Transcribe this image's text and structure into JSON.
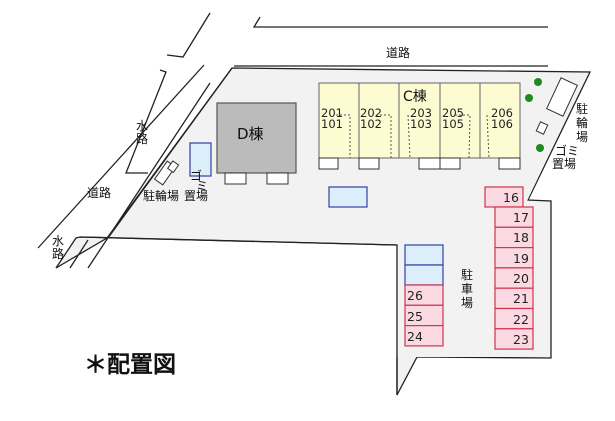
{
  "title": "＊配置図",
  "labels": {
    "road_top": "道路",
    "road_left": "道路",
    "water_top": [
      "水",
      "路"
    ],
    "water_bottom": [
      "水",
      "路"
    ],
    "bike_left": "駐輪場",
    "garbage_left": [
      "ゴ",
      "ミ",
      "置場"
    ],
    "bike_right": [
      "駐",
      "輪",
      "場"
    ],
    "garbage_right": [
      "ゴミ",
      "置場"
    ],
    "parking": [
      "駐",
      "車",
      "場"
    ]
  },
  "buildings": {
    "d": {
      "name": "D棟",
      "color": "#bbbbbb"
    },
    "c": {
      "name": "C棟",
      "color": "#fdfbd2",
      "units": [
        {
          "upper": "201",
          "lower": "101"
        },
        {
          "upper": "202",
          "lower": "102"
        },
        {
          "upper": "203",
          "lower": "103"
        },
        {
          "upper": "205",
          "lower": "105"
        },
        {
          "upper": "206",
          "lower": "106"
        }
      ]
    }
  },
  "parking_right": [
    "16",
    "17",
    "18",
    "19",
    "20",
    "21",
    "22",
    "23"
  ],
  "parking_left": [
    "26",
    "25",
    "24"
  ],
  "colors": {
    "lot": "#f2f2f2",
    "parking": "#fbd9e2",
    "visitor": "#dbeefa",
    "tree": "#1f8a1f"
  }
}
